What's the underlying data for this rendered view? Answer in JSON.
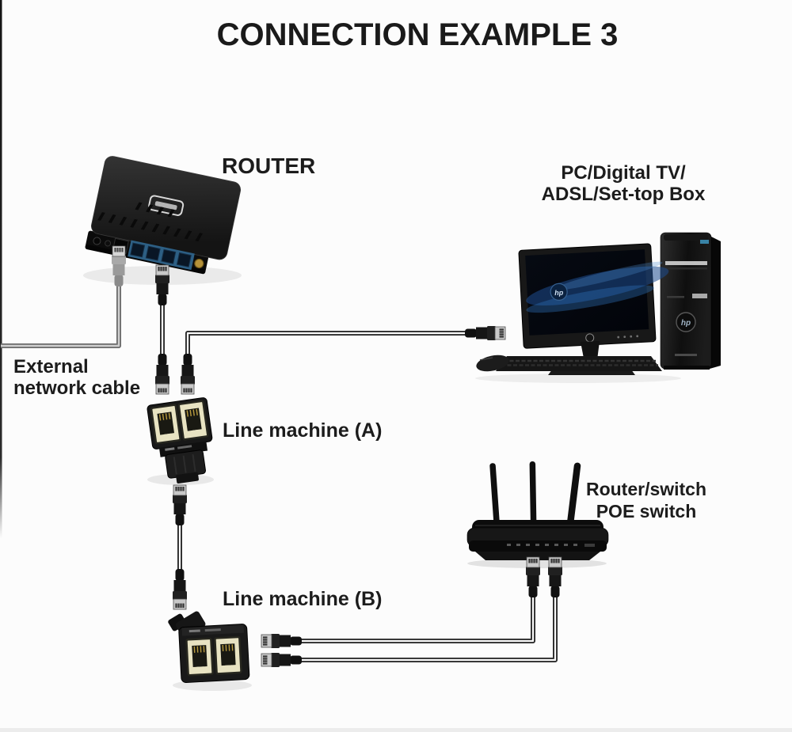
{
  "title": "CONNECTION EXAMPLE 3",
  "labels": {
    "router": "ROUTER",
    "pc": [
      "PC/Digital TV/",
      "ADSL/Set-top Box"
    ],
    "external_cable": [
      "External",
      "network cable"
    ],
    "line_machine_a": "Line machine (A)",
    "line_machine_b": "Line machine (B)",
    "poe": [
      "Router/switch",
      "POE switch"
    ]
  },
  "devices": {
    "router": "4-port broadband router",
    "pc": "HP desktop computer with monitor, keyboard and mouse",
    "pc_brand": "hp",
    "line_machine_a": "RJ45 1-to-2 network splitter",
    "line_machine_b": "RJ45 1-to-2 network splitter",
    "poe_switch": "wireless router / POE switch with 3 antennas",
    "external_cable": "gray external ethernet cable",
    "patch_cables": "black RJ45 patch cables"
  },
  "colors": {
    "background": "#fcfcfc",
    "text": "#1c1c1c",
    "device_body": "#171717",
    "lan_port_blue": "#2d5f84",
    "rj45_jack_cream": "#e8e3c2",
    "cable_gray": "#9f9f9f",
    "cable_black": "#282828",
    "antenna_connector_gold": "#b5923a",
    "screen_blue": "#2e6db5"
  }
}
